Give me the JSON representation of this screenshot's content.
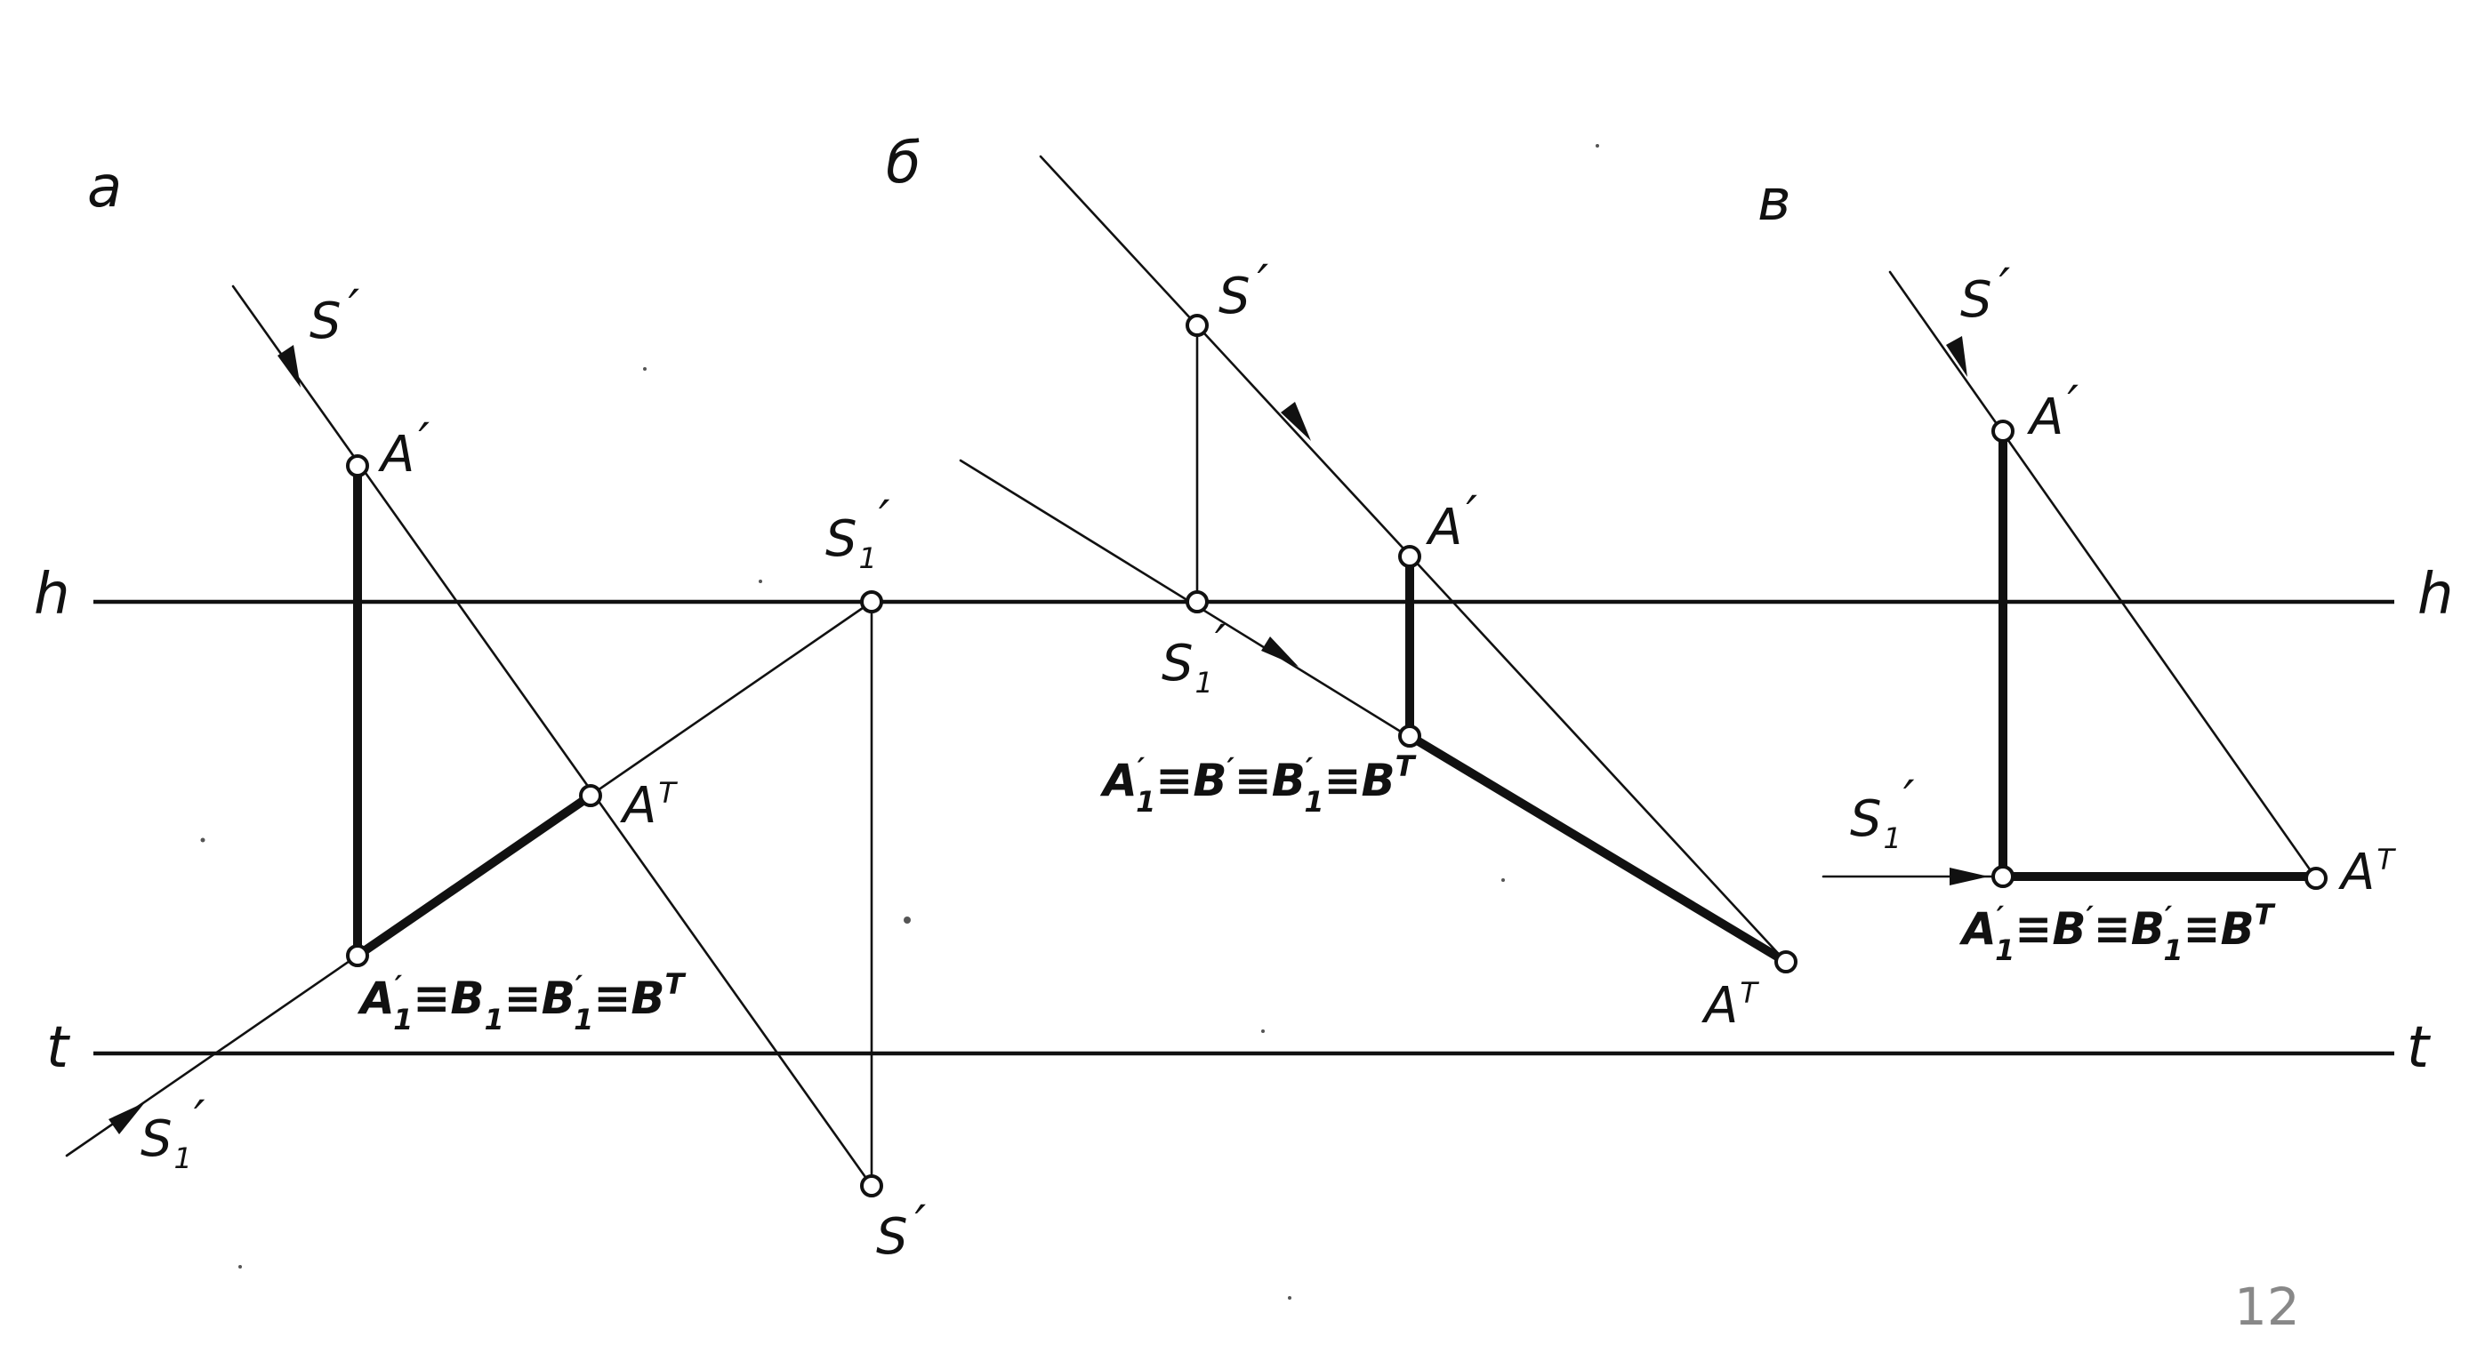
{
  "panels": {
    "a": {
      "title": "а",
      "s_prime_top": "S",
      "s_prime_top_mark": "′",
      "a_prime": "A",
      "a_prime_mark": "′",
      "s1_prime": "S",
      "s1_prime_sub": "1",
      "s1_prime_mark": "′",
      "a_t": "A",
      "a_t_sup": "T",
      "coincident_label": {
        "p1": "A",
        "p1_sup": "′",
        "p1_sub": "1",
        "sep1": "≡",
        "p2": "B",
        "p2_sub": "1",
        "sep2": "≡",
        "p3": "B",
        "p3_sup": "′",
        "p3_sub": "1",
        "sep3": "≡",
        "p4": "B",
        "p4_sup": "T"
      },
      "s1_prime_bottom": "S",
      "s1_prime_bottom_sub": "1",
      "s1_prime_bottom_mark": "′",
      "s_prime_bottom": "S",
      "s_prime_bottom_mark": "′"
    },
    "b": {
      "title": "б",
      "s_prime": "S",
      "s_prime_mark": "′",
      "a_prime": "A",
      "a_prime_mark": "′",
      "s1_prime": "S",
      "s1_prime_sub": "1",
      "s1_prime_mark": "′",
      "coincident_label": {
        "p1": "A",
        "p1_sup": "′",
        "p1_sub": "1",
        "sep1": "≡",
        "p2": "B",
        "p2_sup": "′",
        "sep2": "≡",
        "p3": "B",
        "p3_sup": "′",
        "p3_sub": "1",
        "sep3": "≡",
        "p4": "B",
        "p4_sup": "T"
      },
      "a_t": "A",
      "a_t_sup": "T"
    },
    "c": {
      "title": "в",
      "s_prime": "S",
      "s_prime_mark": "′",
      "a_prime": "A",
      "a_prime_mark": "′",
      "s1_prime": "S",
      "s1_prime_sub": "1",
      "s1_prime_mark": "′",
      "a_t": "A",
      "a_t_sup": "T",
      "coincident_label": {
        "p1": "A",
        "p1_sup": "′",
        "p1_sub": "1",
        "sep1": "≡",
        "p2": "B",
        "p2_sup": "′",
        "sep2": "≡",
        "p3": "B",
        "p3_sup": "′",
        "p3_sub": "1",
        "sep3": "≡",
        "p4": "B",
        "p4_sup": "T"
      }
    }
  },
  "lines": {
    "h_left": "h",
    "h_right": "h",
    "t_left": "t",
    "t_right": "t"
  },
  "page_number": "12"
}
